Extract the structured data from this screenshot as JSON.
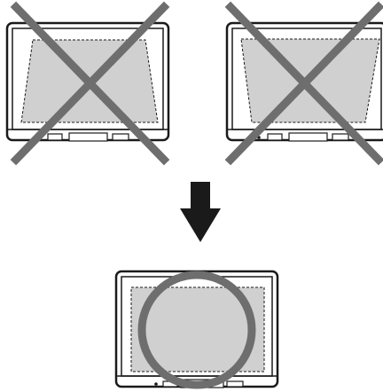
{
  "figure": {
    "incorrect_examples": [
      {
        "screen_shape": "trapezoid-narrow-top",
        "mark": "cross-icon"
      },
      {
        "screen_shape": "trapezoid-wide-top",
        "mark": "cross-icon"
      }
    ],
    "transition": {
      "icon": "down-arrow-icon"
    },
    "correct_example": {
      "screen_shape": "rectangle",
      "mark": "circle-icon"
    },
    "colors": {
      "monitor_outline": "#1a1a1a",
      "screen_fill": "#d0d0d0",
      "mark": "#6e6e6e",
      "arrow": "#1a1a1a"
    }
  }
}
